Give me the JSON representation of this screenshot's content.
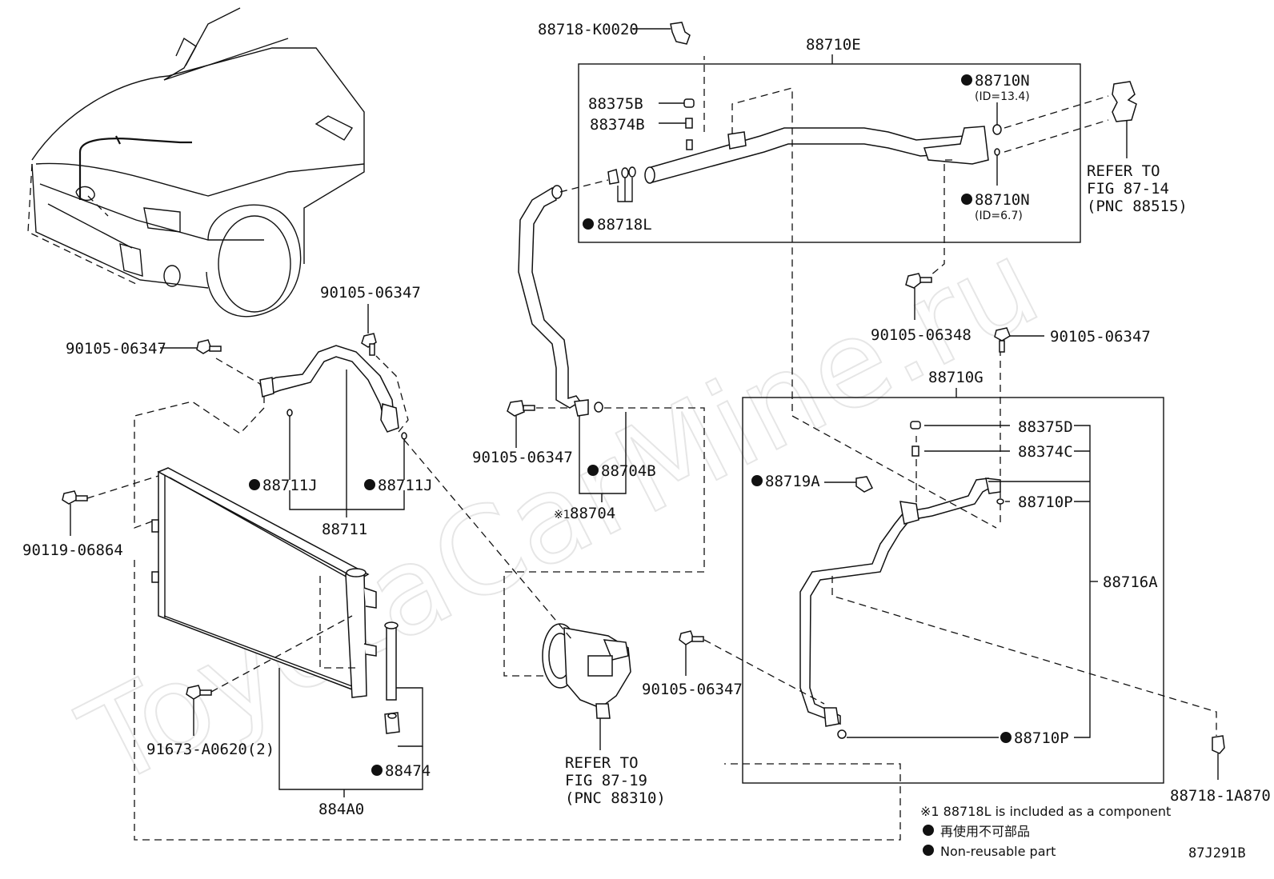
{
  "labels": {
    "p_88718_K0020": "88718-K0020",
    "p_88710E": "88710E",
    "p_88375B": "88375B",
    "p_88374B": "88374B",
    "p_88718L": "88718L",
    "p_88710N_1": "88710N",
    "id_134": "(ID=13.4)",
    "p_88710N_2": "88710N",
    "id_67": "(ID=6.7)",
    "refer1_a": "REFER TO",
    "refer1_b": "FIG 87-14",
    "refer1_c": "(PNC 88515)",
    "p_90105_06348": "90105-06348",
    "p_90105_06347_a": "90105-06347",
    "p_90105_06347_b": "90105-06347",
    "p_90105_06347_c": "90105-06347",
    "p_90105_06347_d": "90105-06347",
    "p_90105_06347_e": "90105-06347",
    "p_88710G": "88710G",
    "p_88375D": "88375D",
    "p_88374C": "88374C",
    "p_88719A": "88719A",
    "p_88710P_1": "88710P",
    "p_88716A": "88716A",
    "p_88710P_2": "88710P",
    "p_88718_1A870": "88718-1A870",
    "p_88711J_1": "88711J",
    "p_88711J_2": "88711J",
    "p_88711": "88711",
    "p_90119_06864": "90119-06864",
    "p_88704B": "88704B",
    "p_88704": "88704",
    "note_mark": "※1",
    "p_91673": "91673-A0620(2)",
    "p_88474": "88474",
    "p_884A0": "884A0",
    "refer2_a": "REFER TO",
    "refer2_b": "FIG 87-19",
    "refer2_c": "(PNC 88310)",
    "legend_1": "※1 88718L is included as a component",
    "legend_2": "再使用不可部品",
    "legend_3": "Non-reusable part",
    "fig_id": "87J291B",
    "watermark": "ToyotaCarMine.ru"
  }
}
